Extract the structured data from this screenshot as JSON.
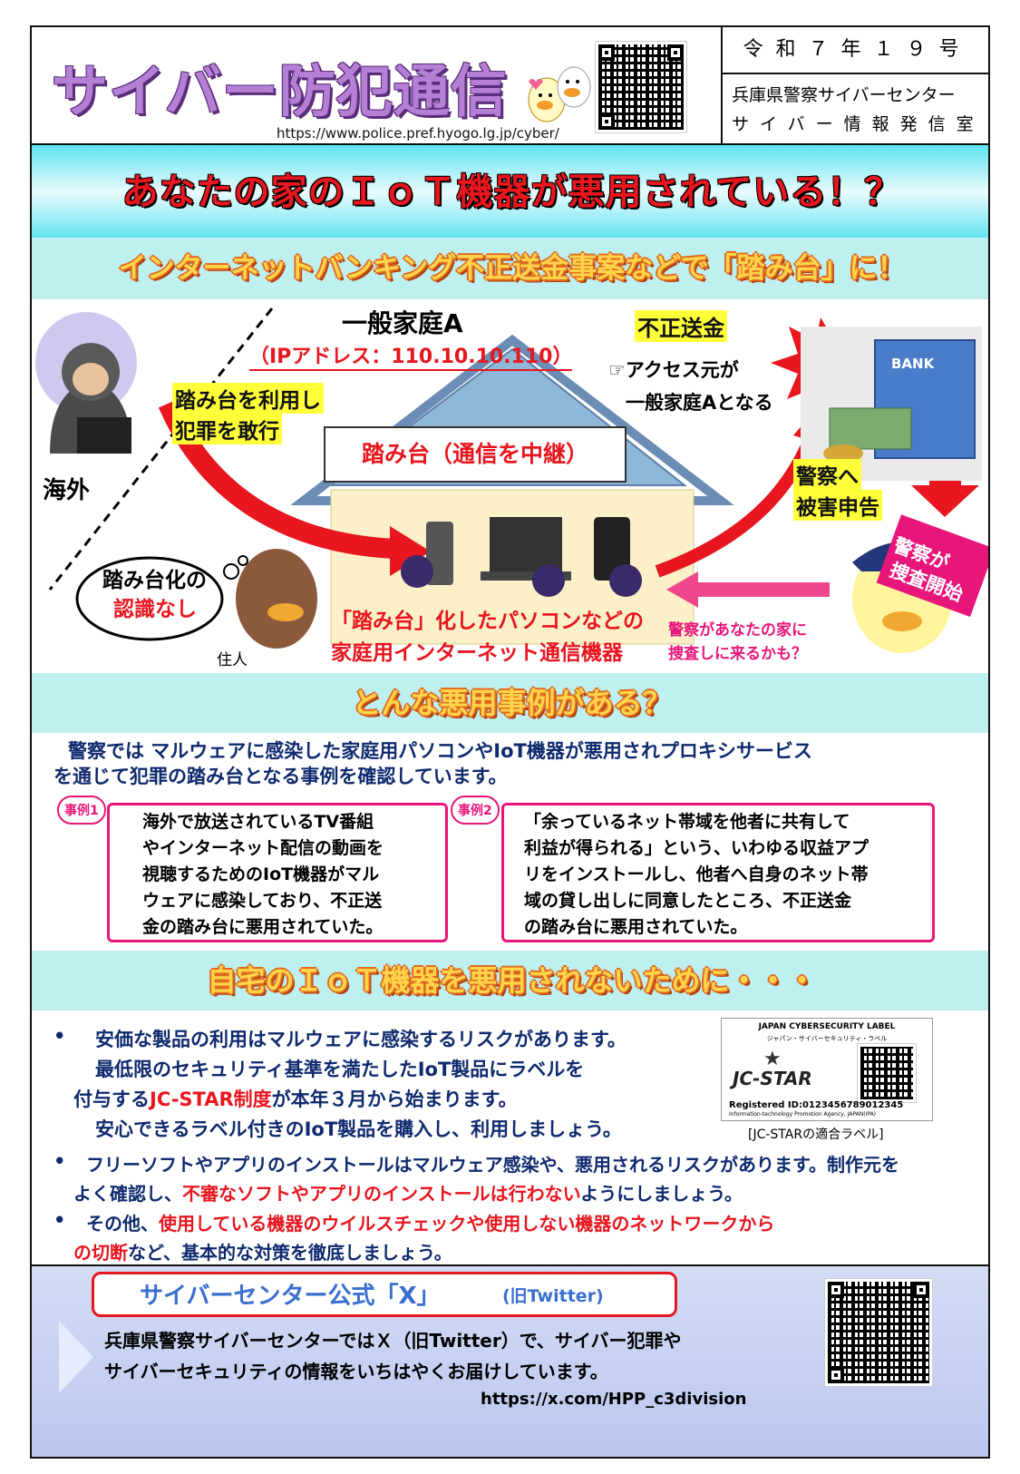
{
  "header": {
    "title": "サイバー防犯通信",
    "url": "https://www.police.pref.hyogo.lg.jp/cyber/",
    "issue": "令和７年１９号",
    "org_line1": "兵庫県警察サイバーセンター",
    "org_line2": "サイバー情報発信室"
  },
  "banner": {
    "headline": "あなたの家のＩｏＴ機器が悪用されている！？"
  },
  "section1": {
    "heading": "インターネットバンキング不正送金事案などで「踏み台」に！"
  },
  "illustration": {
    "house_label": "一般家庭A",
    "ip_address": "（IPアドレス：110.10.10.110）",
    "fraud_label": "不正送金",
    "access_line1": "☞アクセス元が",
    "access_line2": "一般家庭Aとなる",
    "bank_sign": "BANK",
    "stepping_line1": "踏み台を利用し",
    "stepping_line2": "犯罪を敢行",
    "overseas": "海外",
    "relay": "踏み台（通信を中継）",
    "report_line1": "警察へ",
    "report_line2": "被害申告",
    "unaware_line1": "踏み台化の",
    "unaware_line2": "認識なし",
    "resident": "住人",
    "devices_line1": "「踏み台」化したパソコンなどの",
    "devices_line2": "家庭用インターネット通信機器",
    "police_start_line1": "警察が",
    "police_start_line2": "捜査開始",
    "police_visit_line1": "警察があなたの家に",
    "police_visit_line2": "捜査しに来るかも？"
  },
  "section2": {
    "heading": "とんな悪用事例がある？",
    "intro_line1": "警察では マルウェアに感染した家庭用パソコンやIoT機器が悪用されプロキシサービス",
    "intro_line2": "を通じて犯罪の踏み台となる事例を確認しています。",
    "cases": [
      {
        "tag": "事例1",
        "lines": [
          "海外で放送されているTV番組",
          "やインターネット配信の動画を",
          "視聴するためのIoT機器がマル",
          "ウェアに感染しており、不正送",
          "金の踏み台に悪用されていた。"
        ]
      },
      {
        "tag": "事例2",
        "lines": [
          "「余っているネット帯域を他者に共有して",
          "利益が得られる」という、いわゆる収益アプ",
          "リをインストールし、他者へ自身のネット帯",
          "域の貸し出しに同意したところ、不正送金",
          "の踏み台に悪用されていた。"
        ]
      }
    ]
  },
  "section3": {
    "heading": "自宅のＩｏＴ機器を悪用されないために・・・",
    "b1_line1": "安価な製品の利用はマルウェアに感染するリスクがあります。",
    "b1_line2": "最低限のセキュリティ基準を満たしたIoT製品にラベルを",
    "b1_line3_pre": "付与する",
    "b1_line3_red": "JC-STAR制度",
    "b1_line3_post": "が本年３月から始まります。",
    "b1_line4": "安心できるラベル付きのIoT製品を購入し、利用しましょう。",
    "b2_line1": "フリーソフトやアプリのインストールはマルウェア感染や、悪用されるリスクがあります。制作元を",
    "b2_line2_pre": "よく確認し、",
    "b2_line2_red": "不審なソフトやアプリのインストールは行わない",
    "b2_line2_post": "ようにしましょう。",
    "b3_line1_pre": "その他、",
    "b3_line1_red": "使用している機器のウイルスチェックや使用しない機器のネットワークから",
    "b3_line2_red": "の切断",
    "b3_line2_post": "など、基本的な対策を徹底しましょう。",
    "label": {
      "top": "JAPAN CYBERSECURITY LABEL",
      "sub": "ジャパン・サイバーセキュリティ・ラベル",
      "logo": "JC-STAR",
      "reg": "Registered ID:0123456789012345",
      "agency": "Information-technology Promotion Agency, JAPAN(IPA)",
      "caption": "[JC-STARの適合ラベル]"
    }
  },
  "footer": {
    "title_main": "サイバーセンター公式「X」",
    "title_sub": "(旧Twitter)",
    "line1": "兵庫県警察サイバーセンターではＸ（旧Twitter）で、サイバー犯罪や",
    "line2": "サイバーセキュリティの情報をいちはやくお届けしています。",
    "url": "https://x.com/HPP_c3division"
  },
  "colors": {
    "accent_red": "#e8161e",
    "accent_pink": "#e8167a",
    "navy_text": "#0f2a6e",
    "cyan_banner": "#5fe3f0",
    "section_bg": "#bff0f0"
  }
}
